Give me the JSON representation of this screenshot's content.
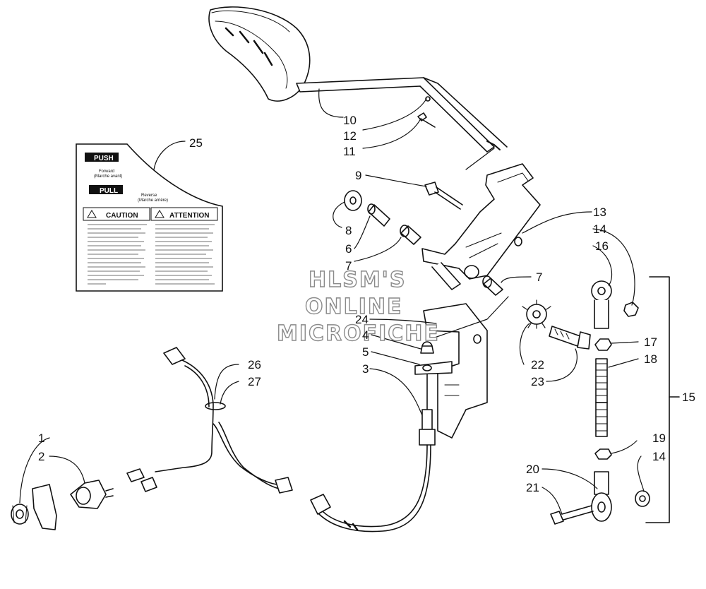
{
  "watermark": {
    "line1": "HLSM'S",
    "line2": "ONLINE",
    "line3": "MICROFICHE"
  },
  "decal": {
    "push_label": "PUSH",
    "push_sub1": "Forward",
    "push_sub2": "(Marche avant)",
    "pull_label": "PULL",
    "pull_sub1": "Reverse",
    "pull_sub2": "(Marche arrière)",
    "caution_label": "CAUTION",
    "attention_label": "ATTENTION"
  },
  "callouts": {
    "c1": "1",
    "c2": "2",
    "c3": "3",
    "c4": "4",
    "c5": "5",
    "c6": "6",
    "c7a": "7",
    "c7b": "7",
    "c8": "8",
    "c9": "9",
    "c10": "10",
    "c11": "11",
    "c12": "12",
    "c13": "13",
    "c14a": "14",
    "c14b": "14",
    "c15": "15",
    "c16": "16",
    "c17": "17",
    "c18": "18",
    "c19": "19",
    "c20": "20",
    "c21": "21",
    "c22": "22",
    "c23": "23",
    "c24": "24",
    "c25": "25",
    "c26": "26",
    "c27": "27"
  }
}
